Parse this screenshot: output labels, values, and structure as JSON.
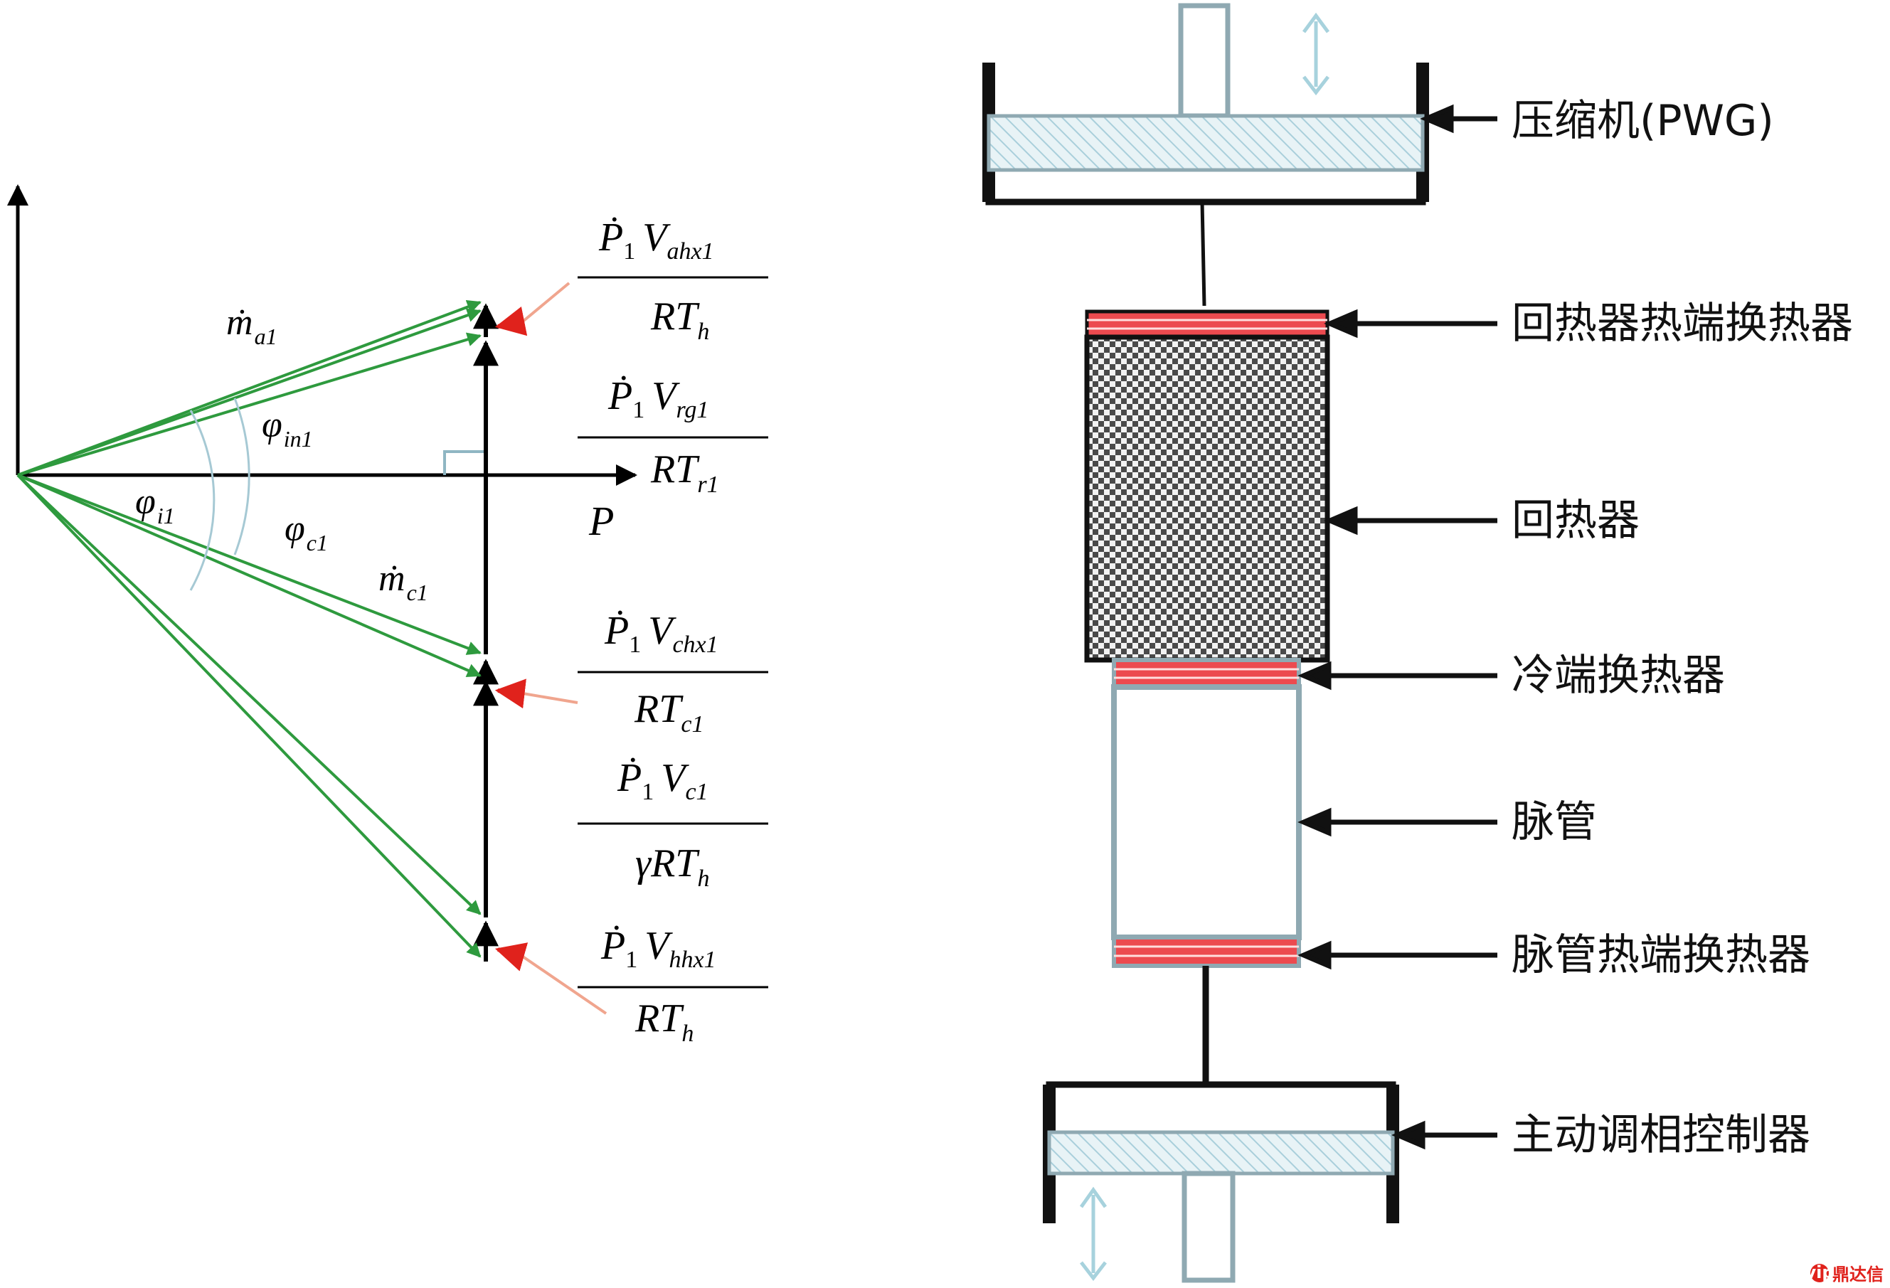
{
  "phasor": {
    "axis_p_label": "P",
    "mass_a": {
      "sym": "ṁ",
      "sub": "a1"
    },
    "mass_c": {
      "sym": "ṁ",
      "sub": "c1"
    },
    "angle_in": {
      "sym": "φ",
      "sub": "in1"
    },
    "angle_i": {
      "sym": "φ",
      "sub": "i1"
    },
    "angle_c": {
      "sym": "φ",
      "sub": "c1"
    },
    "fractions": [
      {
        "p": "Ṗ",
        "p_sub": "1",
        "v": "V",
        "v_sub": "ahx1",
        "den_pre": "",
        "den": "RT",
        "den_sub": "h"
      },
      {
        "p": "Ṗ",
        "p_sub": "1",
        "v": "V",
        "v_sub": "rg1",
        "den_pre": "",
        "den": "RT",
        "den_sub": "r1"
      },
      {
        "p": "Ṗ",
        "p_sub": "1",
        "v": "V",
        "v_sub": "chx1",
        "den_pre": "",
        "den": "RT",
        "den_sub": "c1"
      },
      {
        "p": "Ṗ",
        "p_sub": "1",
        "v": "V",
        "v_sub": "c1",
        "den_pre": "γ",
        "den": "RT",
        "den_sub": "h"
      },
      {
        "p": "Ṗ",
        "p_sub": "1",
        "v": "V",
        "v_sub": "hhx1",
        "den_pre": "",
        "den": "RT",
        "den_sub": "h"
      }
    ]
  },
  "labels": {
    "compressor": "压缩机(PWG)",
    "regen_hot_hx": "回热器热端换热器",
    "regenerator": "回热器",
    "cold_hx": "冷端换热器",
    "pulse_tube": "脉管",
    "pt_hot_hx": "脉管热端换热器",
    "phase_controller": "主动调相控制器"
  },
  "watermark": {
    "badge": "vip",
    "text": "鼎达信"
  },
  "colors": {
    "vector_green": "#2e9a3e",
    "arrow_red": "#e0221c",
    "pointer_salmon": "#f0a58e",
    "steel": "#8fa9b2",
    "hx_red": "#ec4a4f",
    "hatch_blue": "#b3d6e0",
    "motion_arrow": "#a7d2dd"
  }
}
